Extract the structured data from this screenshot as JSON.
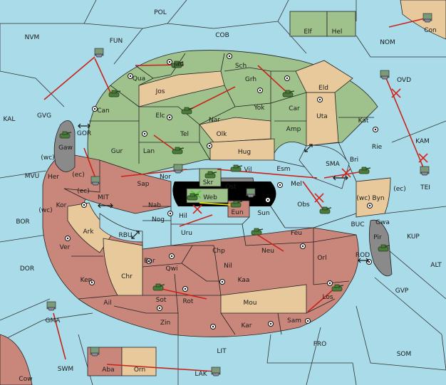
{
  "map": {
    "colors": {
      "sea": "#a9dbe8",
      "green_power": "#9fc28c",
      "tan_power": "#e8c99c",
      "red_power": "#c9877b",
      "neutral": "#8a8a8a"
    },
    "sea_labels": {
      "pol": "POL",
      "nvm": "NVM",
      "fun": "FUN",
      "cob": "COB",
      "nom": "NOM",
      "kal": "KAL",
      "gvg": "GVG",
      "gor": "GOR",
      "ovd": "OVD",
      "kam": "KAM",
      "tei": "TEI",
      "sma": "SMA",
      "mvu": "MVU",
      "mit": "MIT",
      "bor": "BOR",
      "rbu": "RBU",
      "buc": "BUC",
      "kup": "KUP",
      "rod": "ROD",
      "dor": "DOR",
      "alt": "ALT",
      "gvp": "GVP",
      "gma": "GMA",
      "fro": "FRO",
      "som": "SOM",
      "lit": "LIT",
      "swm": "SWM",
      "lak": "LAK",
      "con": "Con",
      "cow": "Cow"
    },
    "land_labels": {
      "elf": "Elf",
      "hel": "Hel",
      "jad": "Jad",
      "sch": "Sch",
      "qua": "Qua",
      "jos": "Jos",
      "grh": "Grh",
      "eld": "Eld",
      "can": "Can",
      "car": "Car",
      "yok": "Yok",
      "uta": "Uta",
      "elc": "Elc",
      "nar": "Nar",
      "kat": "Kat",
      "amp": "Amp",
      "tel": "Tel",
      "olk": "Olk",
      "gaw": "Gaw",
      "gur": "Gur",
      "lan": "Lan",
      "hug": "Hug",
      "rie": "Rie",
      "bri": "Bri",
      "her": "Her",
      "nor": "Nor",
      "esm": "Esm",
      "vil": "Vil",
      "sap": "Sap",
      "skr": "Skr",
      "ost": "Ost",
      "mel": "Mel",
      "byn": "Byn",
      "web": "Web",
      "kor": "Kor",
      "nab": "Nab",
      "eun": "Eun",
      "obs": "Obs",
      "gwa": "Gwa",
      "hil": "Hil",
      "sun": "Sun",
      "pir": "Pir",
      "ark": "Ark",
      "nog": "Nog",
      "uru": "Uru",
      "feu": "Feu",
      "ver": "Ver",
      "chp": "Chp",
      "neu": "Neu",
      "orl": "Orl",
      "bar": "Bar",
      "qwi": "Qwi",
      "nil": "Nil",
      "chr": "Chr",
      "ken": "Ken",
      "kaa": "Kaa",
      "sot": "Sot",
      "rot": "Rot",
      "ail": "Ail",
      "mou": "Mou",
      "los": "Los",
      "sam": "Sam",
      "zin": "Zin",
      "kar": "Kar",
      "aba": "Aba",
      "orn": "Orn"
    },
    "coast_labels": {
      "wc1": "(wc)",
      "ec1": "(ec)",
      "ec2": "(ec)",
      "wc2": "(wc)",
      "wc3": "(wc)",
      "ec3": "(ec)"
    },
    "icons": [
      "supply-center-icon",
      "army-unit-icon",
      "fleet-unit-icon",
      "failed-order-icon",
      "convoy-arrow-icon"
    ]
  }
}
